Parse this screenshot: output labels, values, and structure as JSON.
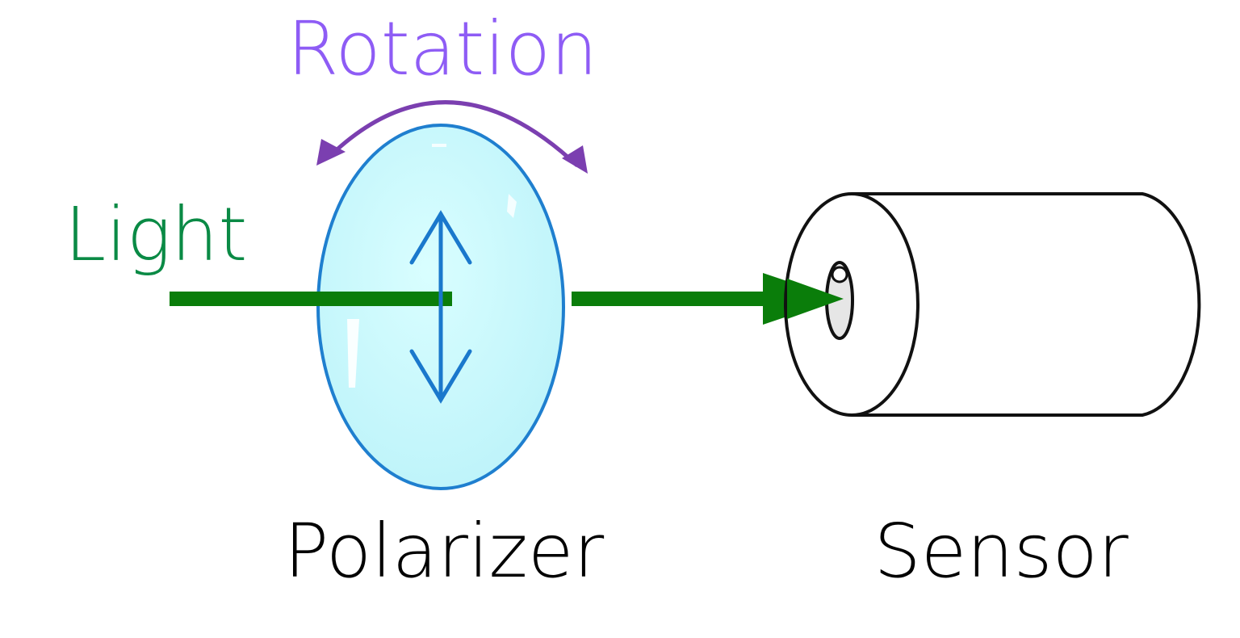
{
  "labels": {
    "rotation": "Rotation",
    "light": "Light",
    "polarizer": "Polarizer",
    "sensor": "Sensor"
  },
  "colors": {
    "rotation": "#8e5cf5",
    "rotation_arrow": "#7b3fb0",
    "light": "#0a8a45",
    "beam": "#0a7d0a",
    "polarizer_fill": "#cbfbfc",
    "polarizer_stroke": "#1f7fcf",
    "polarization_arrow": "#1a78cc",
    "sensor_stroke": "#111111",
    "text": "#000000"
  },
  "icons": {
    "rotation_arrow": "double-curved-arrow",
    "polarization_axis": "double-vertical-arrow",
    "light_beam": "arrow-right",
    "sensor": "cylinder"
  }
}
